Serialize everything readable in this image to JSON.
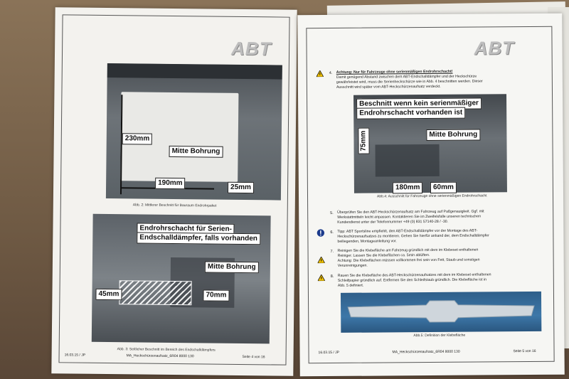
{
  "left_page": {
    "logo": "ABT",
    "fig2": {
      "labels": {
        "h230": "230mm",
        "bohrung": "Mitte Bohrung",
        "w190": "190mm",
        "w25": "25mm"
      },
      "caption": "Abb. 2: Mittlerer Beschnitt für Bauraum Endrohrpaket"
    },
    "fig3": {
      "labels": {
        "endrohr": "Endrohrschacht für Serien-",
        "endrohr2": "Endschalldämpfer, falls vorhanden",
        "bohrung": "Mitte Bohrung",
        "h45": "45mm",
        "w70": "70mm"
      },
      "caption": "Abb. 3: Seitlicher Beschnitt im Bereich des Endschalldämpfers"
    },
    "footer": {
      "date": "16.03.15 / JP",
      "doc": "MA_Heckschürzenaufsatz_6R04 8000 130",
      "page": "Seite 4 von 16"
    }
  },
  "right_page": {
    "logo": "ABT",
    "step4": {
      "num": "4.",
      "title": "Achtung: Nur für Fahrzeuge ohne serienmäßigen Endrohrschacht!",
      "lines": [
        "Damit genügend Abstand zwischen dem ABT-Endschalldämpfer und der Heckschürze",
        "gewährleistet wird, muss die Serienheckschürze wie in Abb. 4 beschnitten werden. Dieser",
        "Ausschnitt wird später vom ABT-Heckschürzenaufsatz verdeckt."
      ]
    },
    "fig4": {
      "labels": {
        "beschnitt1": "Beschnitt wenn kein serienmäßiger",
        "beschnitt2": "Endrohrschacht vorhanden ist",
        "bohrung": "Mitte Bohrung",
        "h75": "75mm",
        "w180": "180mm",
        "w60": "60mm"
      },
      "caption": "Abb.4: Ausschnitt für Fahrzeuge ohne serienmäßigen Endrohrschacht"
    },
    "step5": {
      "num": "5.",
      "lines": [
        "Überprüfen Sie den ABT-Heckschürzenaufsatz am Fahrzeug auf Paßgenauigkeit. Ggf. mit",
        "Werkstattmitteln leicht anpassen. Kontaktieren Sie im Zweifelsfalle unseren technischen",
        "Kundendienst unter der Telefonnummer +49 (0) 831 57140-28 / -30."
      ]
    },
    "step6": {
      "num": "6.",
      "lines": [
        "Tipp: ABT Sportsline empfiehlt, den ABT-Endschalldämpfer vor der Montage des ABT-",
        "Heckschürzenaufsatzes zu montieren. Gehen Sie hierfür anhand der, dem Endschalldämpfer",
        "beiliegenden, Montageanleitung vor."
      ]
    },
    "step7": {
      "num": "7.",
      "lines": [
        "Reinigen Sie die Klebefläche am Fahrzeug gründlich mit dem im Klebeset enthaltenen",
        "Reiniger. Lassen Sie die Klebeflächen ca. 5min ablüften.",
        "Achtung: Die Klebeflächen müssen vollkommen frei sein von Fett, Staub und sonstigen",
        "Verunreinigungen."
      ]
    },
    "step8": {
      "num": "8.",
      "lines": [
        "Rauen Sie die Klebefläche des ABT-Heckschürzenaufsatzes mit dem im Klebeset enthaltenen",
        "Schleifpapier gründlich auf. Entfernen Sie den Schleifstaub gründlich. Die Klebefläche ist in",
        "Abb. 5 definiert."
      ]
    },
    "fig5": {
      "caption": "Abb.5: Definition der Klebefläche"
    },
    "footer": {
      "date": "16.03.15 / JP",
      "doc": "MA_Heckschürzenaufsatz_6R04 8000 130",
      "page": "Seite 5 von 16"
    }
  },
  "colors": {
    "warning": "#f2c200",
    "info": "#1b3a8c",
    "photo_dark": "#3a3f44"
  }
}
